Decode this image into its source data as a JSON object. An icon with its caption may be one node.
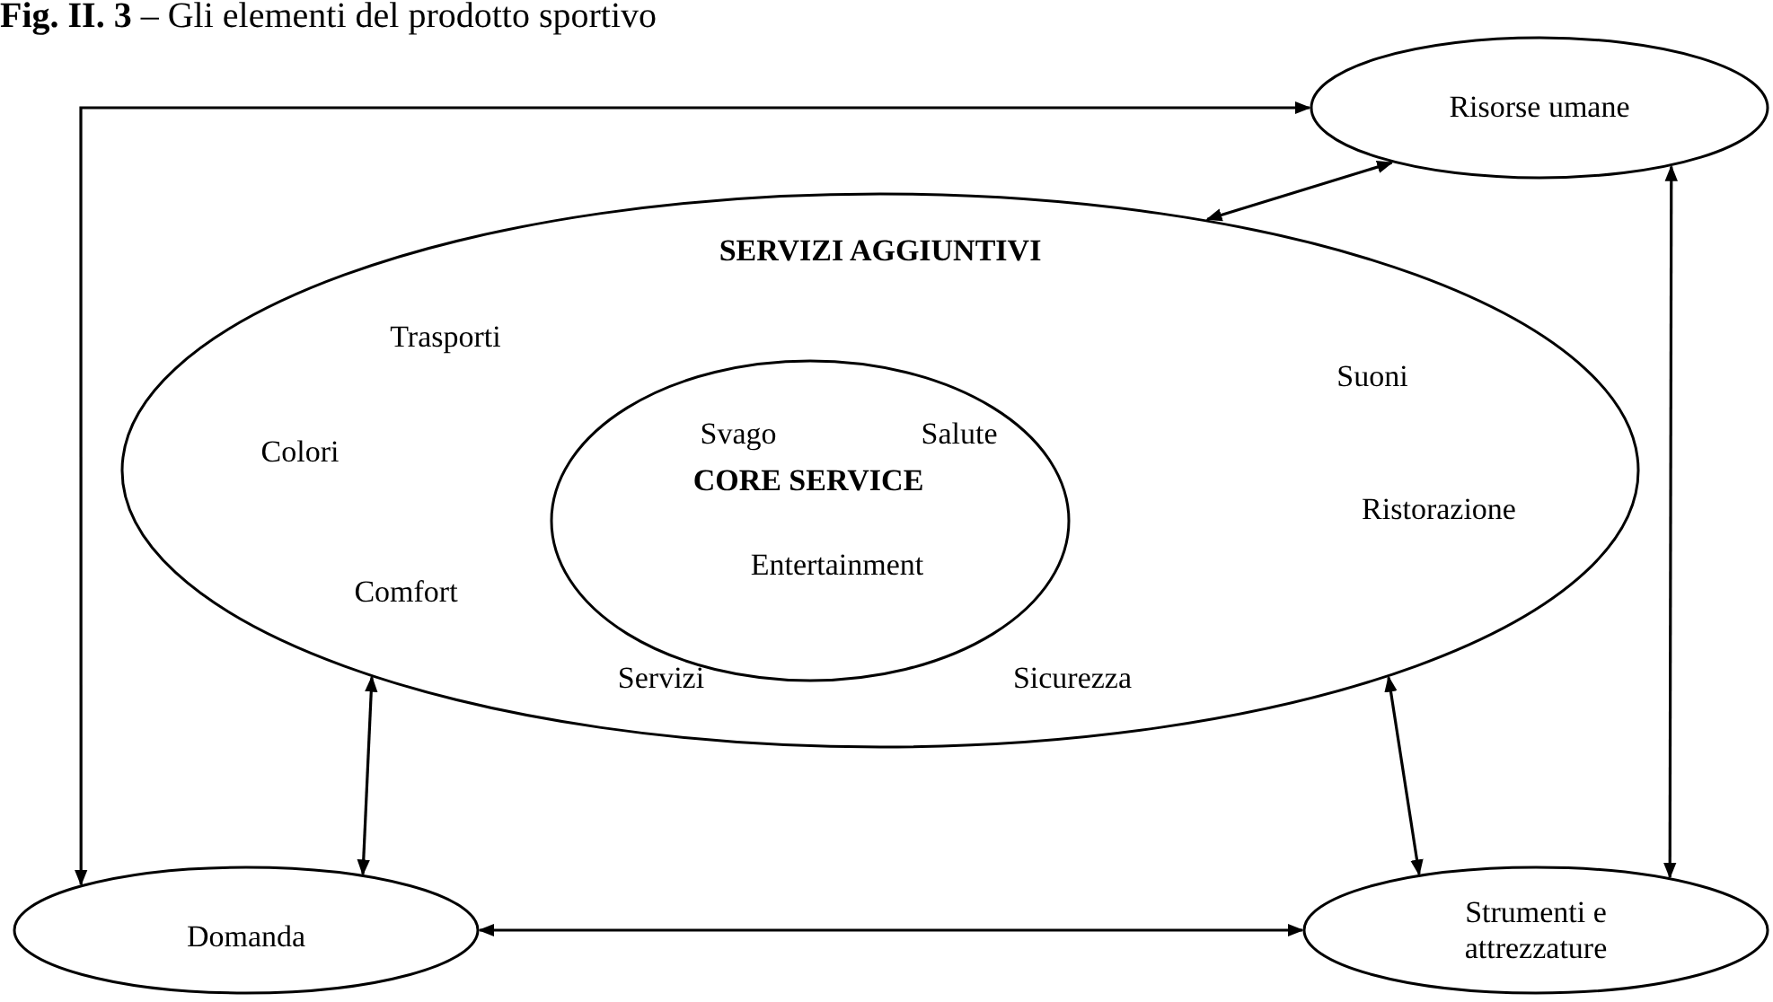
{
  "diagram": {
    "title": "**Fig. II. 3** – Gli elementi del prodotto sportivo",
    "nodes": [
      {
        "text": [
          "Risorse umane"
        ]
      },
      {
        "text": [
          "SERVIZI AGGIUNTIVI",
          "Trasporti",
          "Suoni",
          "Colori",
          "Ristorazione",
          "Comfort",
          "Servizi",
          "Sicurezza"
        ]
      },
      {
        "text": [
          "Svago",
          "Salute",
          "CORE SERVICE",
          "Entertainment"
        ],
        "in": 1
      },
      {
        "text": [
          "Domanda"
        ]
      },
      {
        "text": [
          "Strumenti e attrezzature"
        ]
      }
    ],
    "edges": [
      {
        "from": 3,
        "to": 0,
        "arrow": "both"
      },
      {
        "from": 1,
        "to": 0,
        "arrow": "both"
      },
      {
        "from": 1,
        "to": 3,
        "arrow": "both"
      },
      {
        "from": 1,
        "to": 4,
        "arrow": "both"
      },
      {
        "from": 3,
        "to": 4,
        "arrow": "both"
      },
      {
        "from": 0,
        "to": 4,
        "arrow": "both"
      }
    ]
  }
}
